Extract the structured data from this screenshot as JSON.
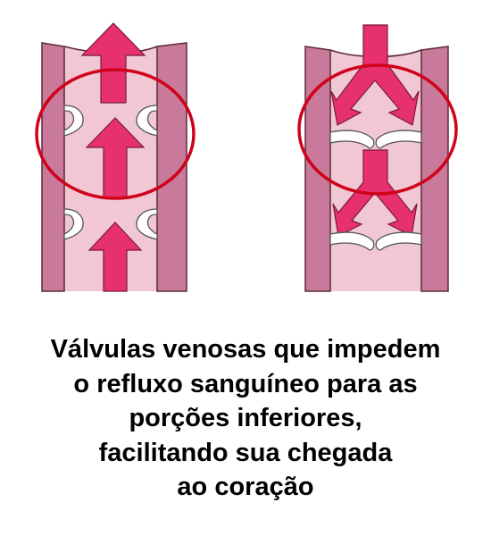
{
  "caption": {
    "lines": [
      "Válvulas venosas que impedem",
      "o refluxo sanguíneo para as",
      "porções inferiores,",
      "facilitando sua chegada",
      "ao coração"
    ]
  },
  "diagram": {
    "panels": [
      {
        "name": "valves-open",
        "flow": "upward"
      },
      {
        "name": "valves-closed",
        "flow": "backflow-blocked"
      }
    ],
    "colors": {
      "vein_wall": "#c9799a",
      "vein_wall_outline": "#5a2a3a",
      "lumen": "#f0c7d3",
      "arrow": "#e6316e",
      "valve": "#ffffff",
      "highlight_circle": "#d0021b"
    }
  }
}
